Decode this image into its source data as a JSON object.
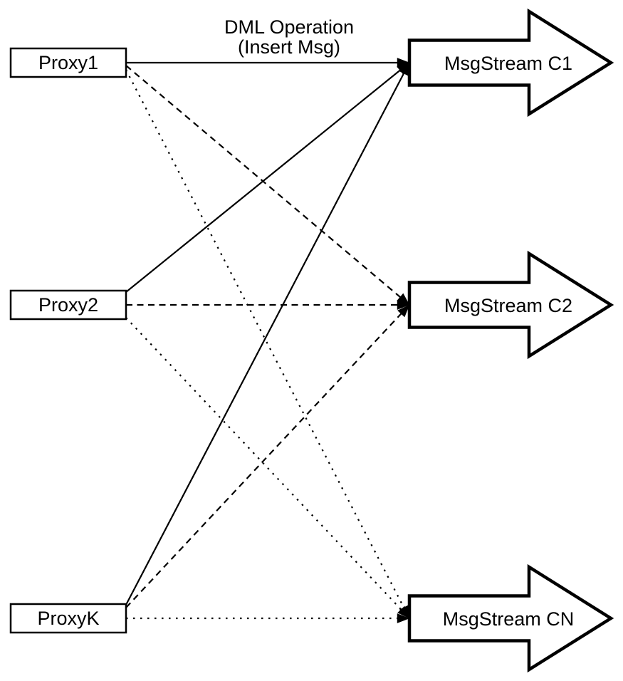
{
  "title": {
    "line1": "DML Operation",
    "line2": "(Insert Msg)"
  },
  "nodes": {
    "proxies": [
      {
        "id": "proxy1",
        "label": "Proxy1"
      },
      {
        "id": "proxy2",
        "label": "Proxy2"
      },
      {
        "id": "proxyk",
        "label": "ProxyK"
      }
    ],
    "streams": [
      {
        "id": "c1",
        "label": "MsgStream C1"
      },
      {
        "id": "c2",
        "label": "MsgStream C2"
      },
      {
        "id": "cn",
        "label": "MsgStream CN"
      }
    ]
  },
  "edges": [
    {
      "from": "proxy1",
      "to": "c1",
      "style": "solid"
    },
    {
      "from": "proxy1",
      "to": "c2",
      "style": "dashed"
    },
    {
      "from": "proxy1",
      "to": "cn",
      "style": "dotted"
    },
    {
      "from": "proxy2",
      "to": "c1",
      "style": "solid"
    },
    {
      "from": "proxy2",
      "to": "c2",
      "style": "dashed"
    },
    {
      "from": "proxy2",
      "to": "cn",
      "style": "dotted"
    },
    {
      "from": "proxyk",
      "to": "c1",
      "style": "solid"
    },
    {
      "from": "proxyk",
      "to": "c2",
      "style": "dashed"
    },
    {
      "from": "proxyk",
      "to": "cn",
      "style": "dotted"
    }
  ],
  "colors": {
    "stroke": "#000000",
    "fill": "#ffffff",
    "background": "#ffffff"
  }
}
